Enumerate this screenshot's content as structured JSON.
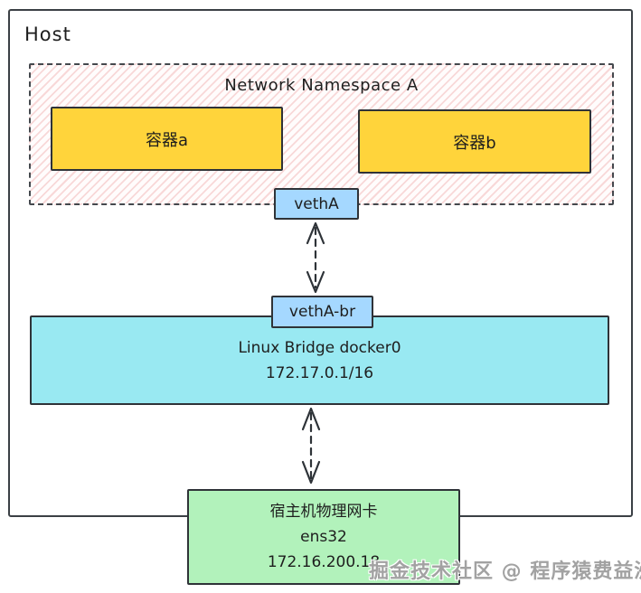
{
  "host": {
    "label": "Host"
  },
  "namespace": {
    "title": "Network Namespace A"
  },
  "containers": [
    {
      "label": "容器a"
    },
    {
      "label": "容器b"
    }
  ],
  "veth": {
    "label": "vethA"
  },
  "veth_br": {
    "label": "vethA-br"
  },
  "bridge": {
    "name": "Linux Bridge docker0",
    "ip": "172.17.0.1/16"
  },
  "nic": {
    "title": "宿主机物理网卡",
    "interface": "ens32",
    "ip": "172.16.200.18"
  },
  "watermark": {
    "text": "掘金技术社区 @ 程序猿费益洲"
  },
  "colors": {
    "container_fill": "#ffd43b",
    "veth_fill": "#a5d8ff",
    "bridge_fill": "#99e9f2",
    "nic_fill": "#b2f2bb",
    "namespace_hatch": "#f3baba",
    "stroke": "#343a40",
    "text": "#1e1e1e",
    "watermark_text": "#a2a2a2"
  }
}
